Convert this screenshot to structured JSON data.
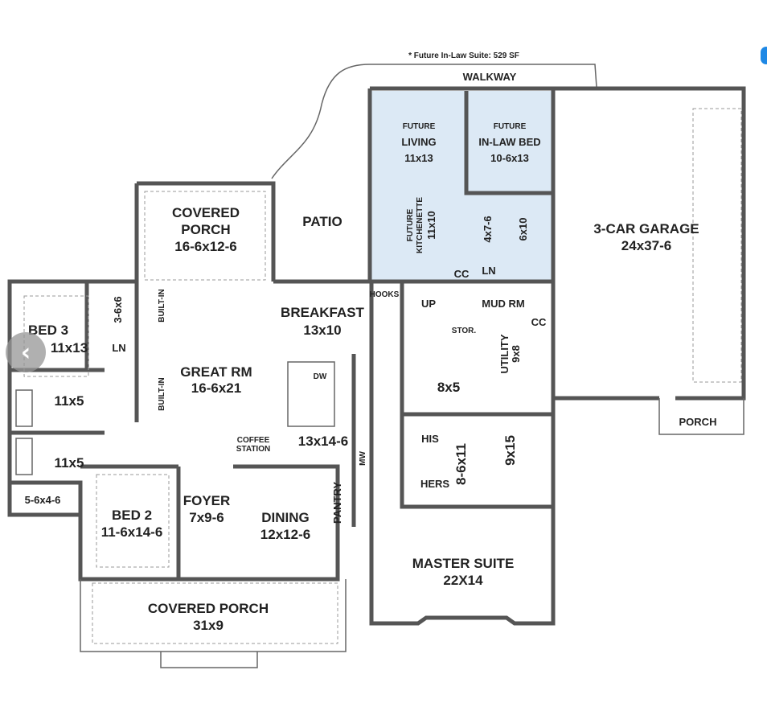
{
  "note": "* Future In-Law Suite: 529 SF",
  "rooms": {
    "walkway": "WALKWAY",
    "future_living": [
      "FUTURE",
      "LIVING",
      "11x13"
    ],
    "future_bed": [
      "FUTURE",
      "IN-LAW BED",
      "10-6x13"
    ],
    "kitchenette": [
      "FUTURE",
      "KITCHENETTE",
      "11x10"
    ],
    "bath_4x7": "4x7-6",
    "bath_6x10": "6x10",
    "cc1": "CC",
    "ln1": "LN",
    "covered_porch_back": [
      "COVERED",
      "PORCH",
      "16-6x12-6"
    ],
    "patio": "PATIO",
    "garage": [
      "3-CAR GARAGE",
      "24x37-6"
    ],
    "hooks": "HOOKS",
    "bed3": [
      "BED 3",
      "11x13"
    ],
    "closet_3_6x6": "3-6x6",
    "ln2": "LN",
    "built_in": "BUILT-IN",
    "great_rm": [
      "GREAT RM",
      "16-6x21"
    ],
    "breakfast": [
      "BREAKFAST",
      "13x10"
    ],
    "up": "UP",
    "mud_rm": "MUD RM",
    "stor": "STOR.",
    "cc2": "CC",
    "utility": [
      "UTILITY",
      "9x8"
    ],
    "dw": "DW",
    "bath1": "11x5",
    "bath2": "11x5",
    "half_bath": "8x5",
    "kitchen": "13x14-6",
    "coffee": [
      "COFFEE",
      "STATION"
    ],
    "mw": "MW",
    "his": "HIS",
    "hers": "HERS",
    "closet_master": "8-6x11",
    "master_bath": "9x15",
    "porch_garage": "PORCH",
    "closet_5_6": "5-6x4-6",
    "bed2": [
      "BED 2",
      "11-6x14-6"
    ],
    "foyer": [
      "FOYER",
      "7x9-6"
    ],
    "dining": [
      "DINING",
      "12x12-6"
    ],
    "pantry": "PANTRY",
    "master": [
      "MASTER SUITE",
      "22X14"
    ],
    "covered_porch_front": [
      "COVERED PORCH",
      "31x9"
    ]
  },
  "colors": {
    "suite": "#dce9f5",
    "wall": "#555555"
  },
  "nav": {
    "back_icon": "‹"
  }
}
